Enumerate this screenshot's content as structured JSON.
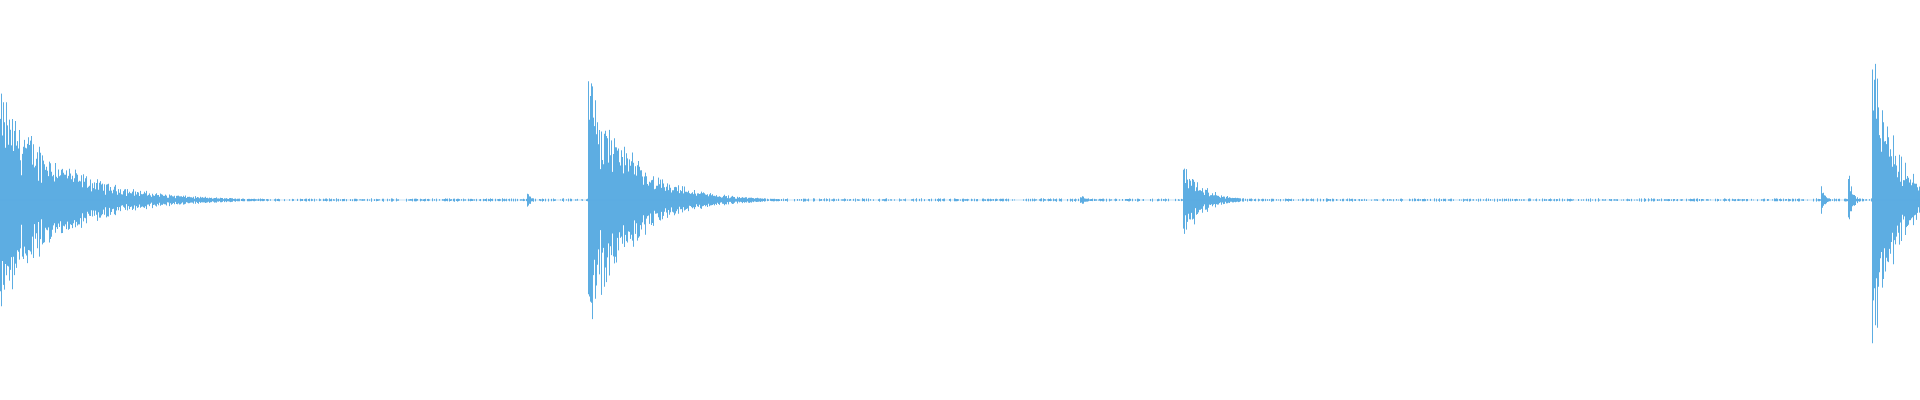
{
  "waveform": {
    "color": "#5dade2",
    "background": "#ffffff",
    "duration": 1,
    "events": [
      {
        "onset": 0.0,
        "amplitude": 0.6,
        "decay": 0.03
      },
      {
        "onset": 0.274,
        "amplitude": 0.06,
        "decay": 0.002
      },
      {
        "onset": 0.306,
        "amplitude": 0.7,
        "decay": 0.022
      },
      {
        "onset": 0.562,
        "amplitude": 0.04,
        "decay": 0.003
      },
      {
        "onset": 0.616,
        "amplitude": 0.22,
        "decay": 0.01
      },
      {
        "onset": 0.948,
        "amplitude": 0.1,
        "decay": 0.002
      },
      {
        "onset": 0.962,
        "amplitude": 0.22,
        "decay": 0.002
      },
      {
        "onset": 0.975,
        "amplitude": 0.85,
        "decay": 0.012
      }
    ],
    "noise_floor": 0.006
  }
}
